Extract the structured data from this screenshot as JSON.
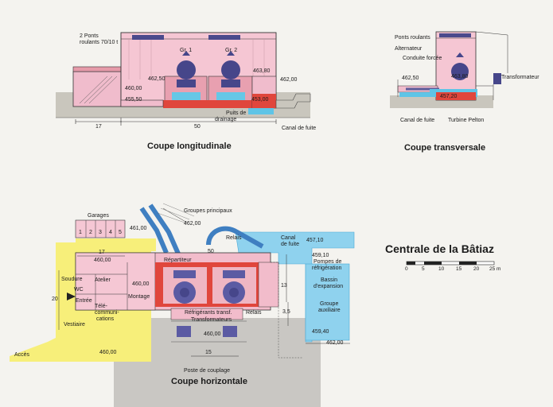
{
  "main_title": "Centrale de la Bâtiaz",
  "scale": {
    "ticks": [
      "0",
      "5",
      "10",
      "15",
      "20",
      "25 m"
    ]
  },
  "longitudinal": {
    "title": "Coupe longitudinale",
    "labels": {
      "ponts_line1": "2 Ponts",
      "ponts_line2": "roulants 70/10 t",
      "gr1": "Gr. 1",
      "gr2": "Gr. 2",
      "e462_50": "462,50",
      "e463_80": "463,80",
      "e462_00": "462,00",
      "e460_00": "460,00",
      "e455_50": "455,50",
      "e453_00": "453,00",
      "puits_line1": "Puits de",
      "puits_line2": "drainage",
      "canal_fuite": "Canal de fuite",
      "dim17": "17",
      "dim50": "50"
    }
  },
  "transversal": {
    "title": "Coupe transversale",
    "labels": {
      "ponts": "Ponts roulants",
      "alternateur": "Alternateur",
      "conduite": "Conduite forcée",
      "transformateur": "Transformateur",
      "e462_50": "462,50",
      "e463_80": "463,80",
      "e457_20": "457,20",
      "canal_fuite": "Canal de fuite",
      "turbine": "Turbine Pelton"
    }
  },
  "horizontal": {
    "title": "Coupe horizontale",
    "labels": {
      "garages": "Garages",
      "g1": "1",
      "g2": "2",
      "g3": "3",
      "g4": "4",
      "g5": "5",
      "e461": "461,00",
      "e462": "462,00",
      "groupes": "Groupes principaux",
      "relais_top": "Relais",
      "dim50": "50",
      "canal_line1": "Canal",
      "canal_line2": "de fuite",
      "e457_10": "457,10",
      "e459_10": "459,10",
      "pompes_line1": "Pompes de",
      "pompes_line2": "réfrigération",
      "bassin_line1": "Bassin",
      "bassin_line2": "d'expansion",
      "groupe_line1": "Groupe",
      "groupe_line2": "auxiliaire",
      "e459_40": "459,40",
      "e462_00b": "462,00",
      "dim17": "17",
      "e460_top": "460,00",
      "repartiteur": "Répartiteur",
      "soudure": "Soudure",
      "atelier": "Atelier",
      "e460_mid": "460,00",
      "montage": "Montage",
      "wc": "WC",
      "entree": "Entrée",
      "tele_line1": "Télé-",
      "tele_line2": "communi-",
      "tele_line3": "cations",
      "vestiaire": "Vestiaire",
      "dim20": "20",
      "refrig": "Réfrigérants transf.",
      "transfo": "Transformateurs",
      "relais_bottom": "Relais",
      "dim13": "13",
      "dim3_5": "3,5",
      "e460_bottom": "460,00",
      "e460_acces": "460,00",
      "acces": "Accès",
      "dim15": "15",
      "poste": "Poste de couplage"
    }
  }
}
